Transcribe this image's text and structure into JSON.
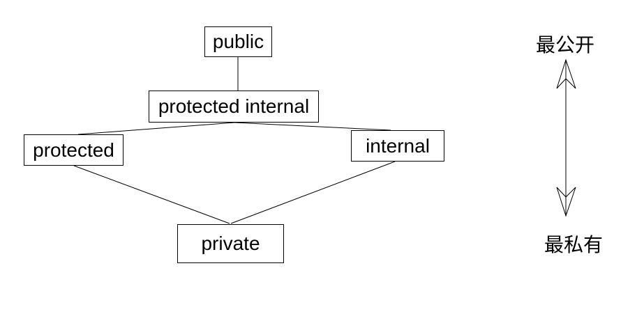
{
  "diagram": {
    "type": "hierarchy",
    "topic": "access modifier visibility levels",
    "nodes": [
      {
        "id": "public",
        "label": "public"
      },
      {
        "id": "protected-internal",
        "label": "protected internal"
      },
      {
        "id": "protected",
        "label": "protected"
      },
      {
        "id": "internal",
        "label": "internal"
      },
      {
        "id": "private",
        "label": "private"
      }
    ],
    "edges": [
      {
        "from": "public",
        "to": "protected-internal"
      },
      {
        "from": "protected-internal",
        "to": "protected"
      },
      {
        "from": "protected-internal",
        "to": "internal"
      },
      {
        "from": "protected",
        "to": "private"
      },
      {
        "from": "internal",
        "to": "private"
      }
    ],
    "scale": {
      "top_label": "最公开",
      "bottom_label": "最私有",
      "arrow": "double-headed-vertical"
    },
    "colors": {
      "background": "#ffffff",
      "line": "#000000",
      "text": "#000000"
    }
  }
}
